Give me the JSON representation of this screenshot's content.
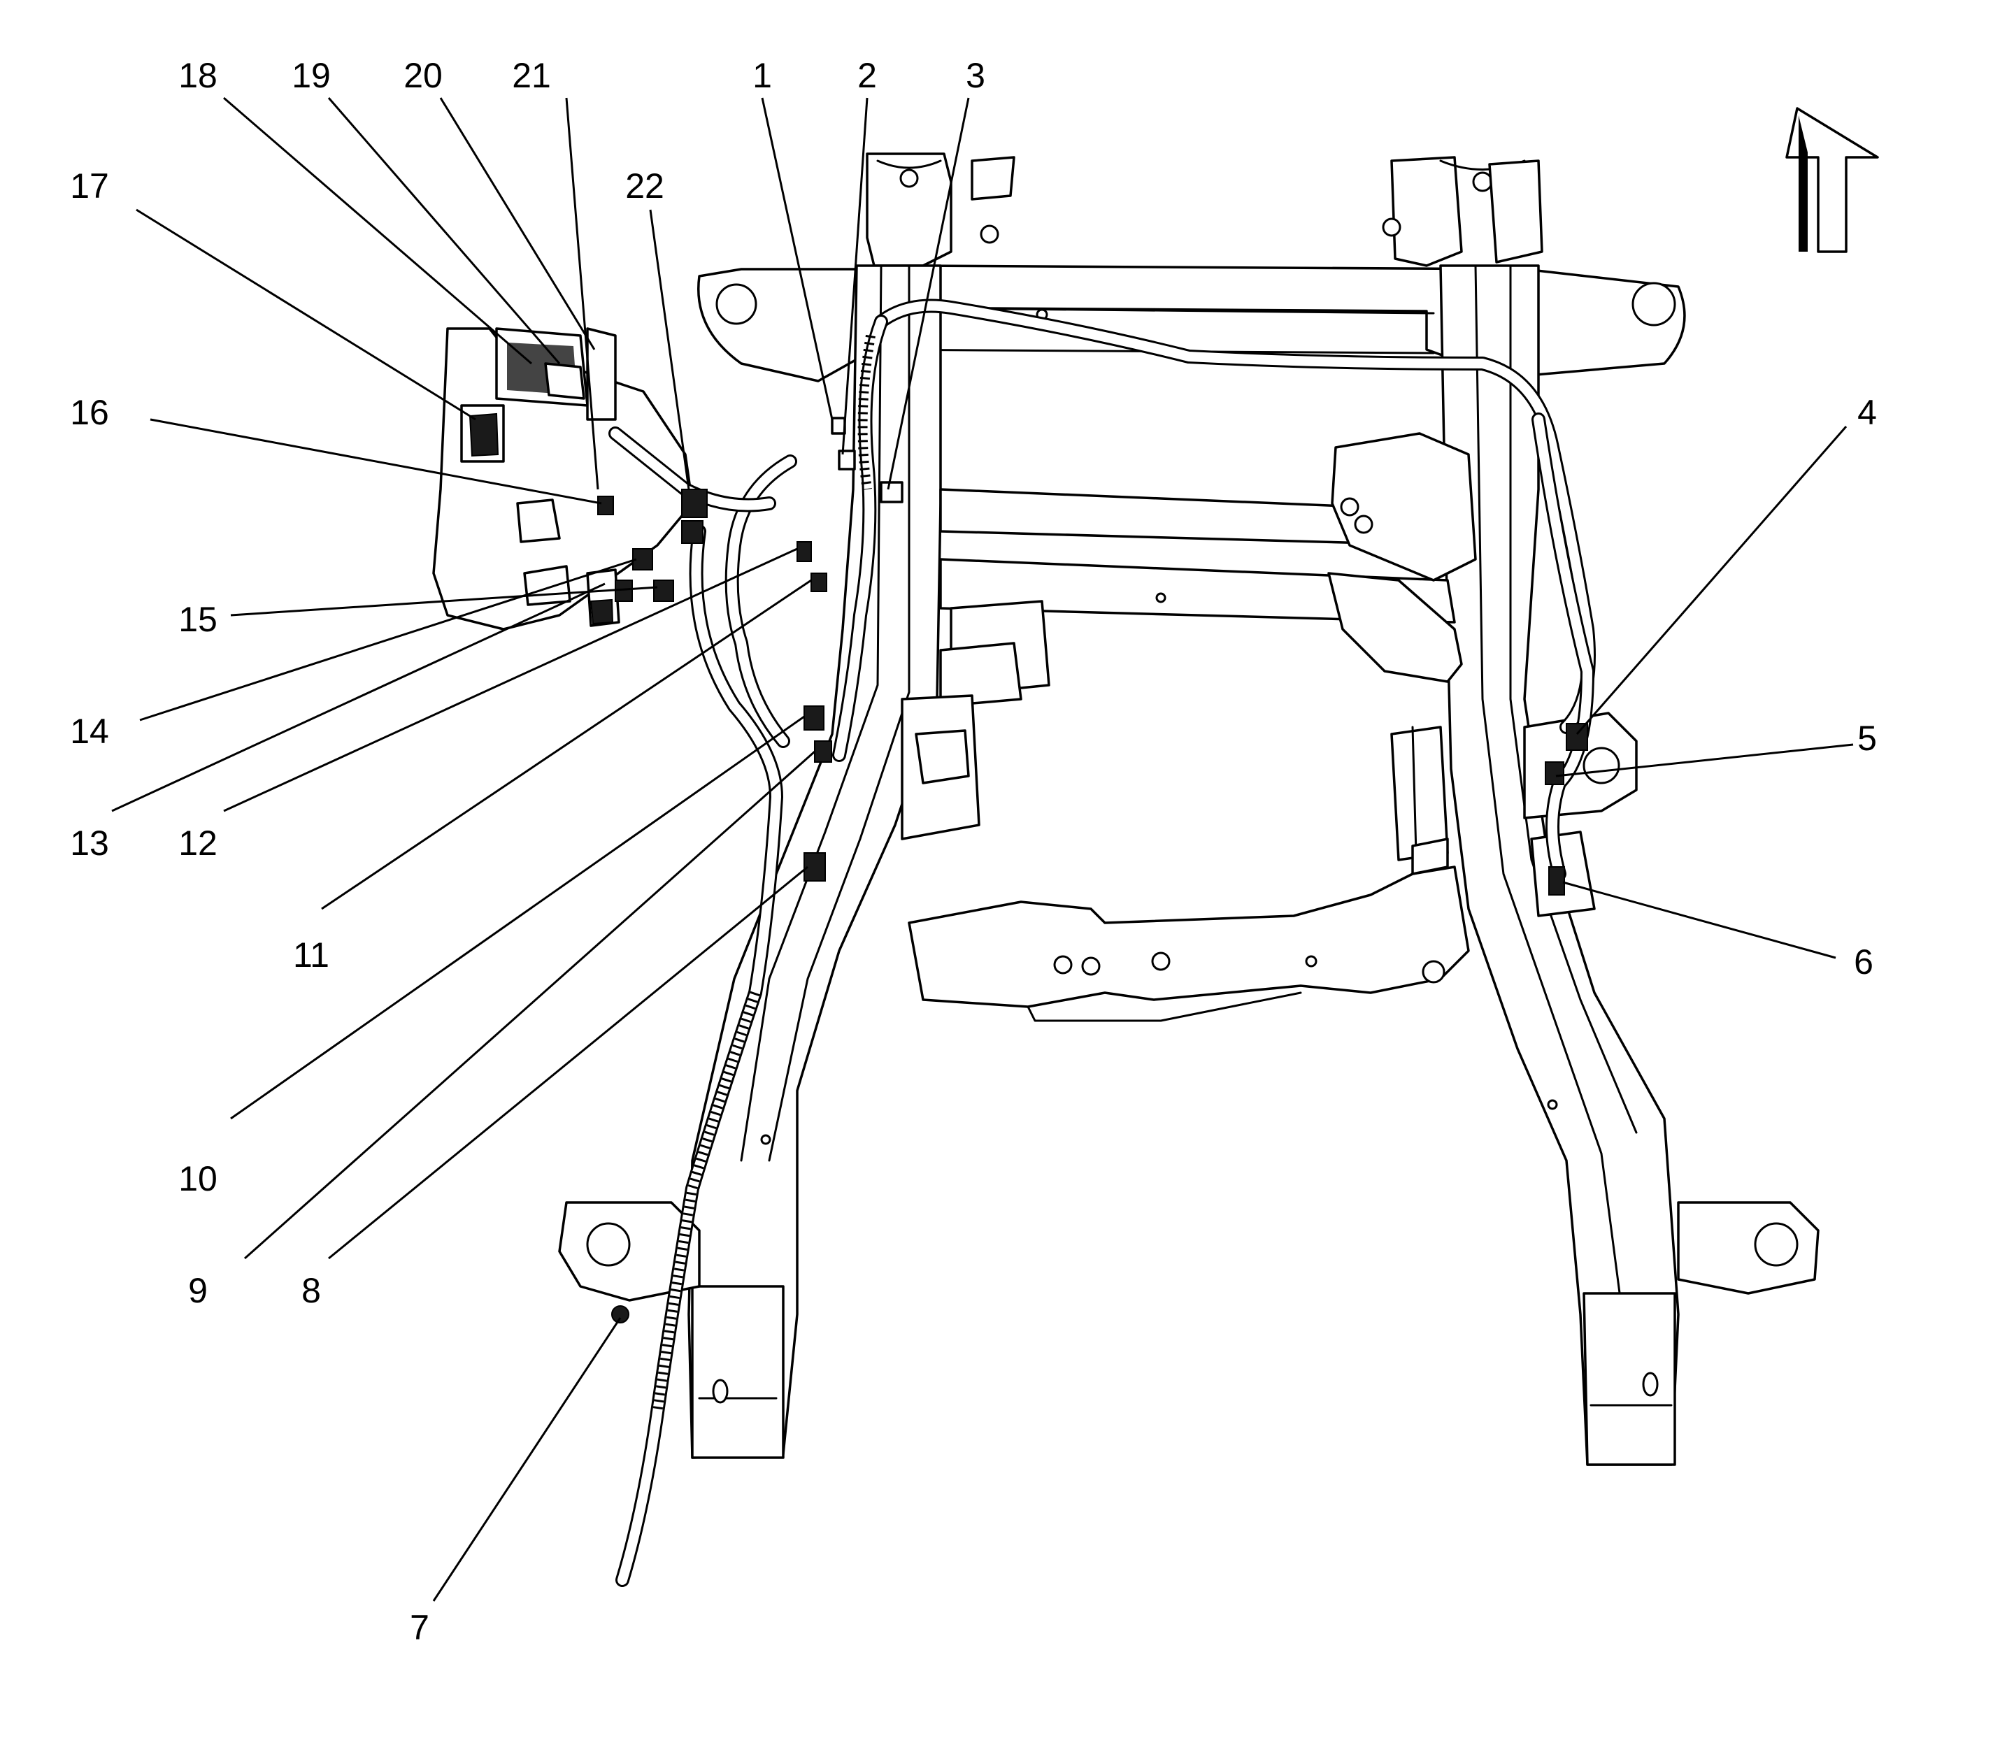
{
  "diagram": {
    "callouts": [
      {
        "id": "1",
        "label": "1"
      },
      {
        "id": "2",
        "label": "2"
      },
      {
        "id": "3",
        "label": "3"
      },
      {
        "id": "4",
        "label": "4"
      },
      {
        "id": "5",
        "label": "5"
      },
      {
        "id": "6",
        "label": "6"
      },
      {
        "id": "7",
        "label": "7"
      },
      {
        "id": "8",
        "label": "8"
      },
      {
        "id": "9",
        "label": "9"
      },
      {
        "id": "10",
        "label": "10"
      },
      {
        "id": "11",
        "label": "11"
      },
      {
        "id": "12",
        "label": "12"
      },
      {
        "id": "13",
        "label": "13"
      },
      {
        "id": "14",
        "label": "14"
      },
      {
        "id": "15",
        "label": "15"
      },
      {
        "id": "16",
        "label": "16"
      },
      {
        "id": "17",
        "label": "17"
      },
      {
        "id": "18",
        "label": "18"
      },
      {
        "id": "19",
        "label": "19"
      },
      {
        "id": "20",
        "label": "20"
      },
      {
        "id": "21",
        "label": "21"
      },
      {
        "id": "22",
        "label": "22"
      }
    ],
    "direction_icon": "up-arrow-icon"
  }
}
